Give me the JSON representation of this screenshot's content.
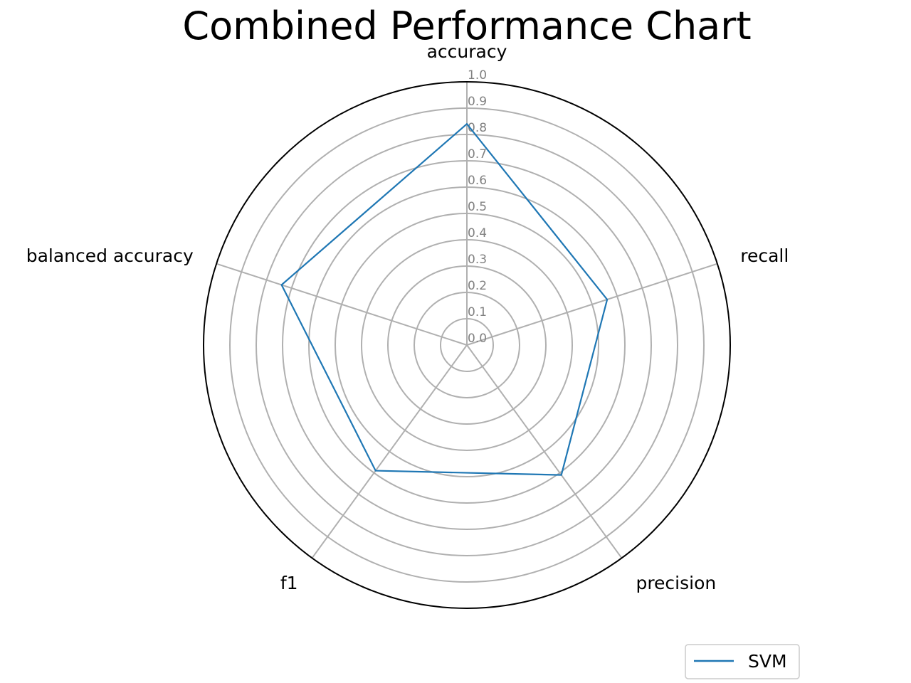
{
  "chart_data": {
    "type": "radar",
    "title": "Combined Performance Chart",
    "axes": [
      "accuracy",
      "recall",
      "precision",
      "f1",
      "balanced accuracy"
    ],
    "rlim": [
      0,
      1.0
    ],
    "r_ticks": [
      "0.0",
      "0.1",
      "0.2",
      "0.3",
      "0.4",
      "0.5",
      "0.6",
      "0.7",
      "0.8",
      "0.9",
      "1.0"
    ],
    "grid": true,
    "legend_position": "bottom-right",
    "series": [
      {
        "name": "SVM",
        "color": "#1f77b4",
        "values": [
          0.84,
          0.56,
          0.61,
          0.59,
          0.74
        ]
      }
    ]
  }
}
